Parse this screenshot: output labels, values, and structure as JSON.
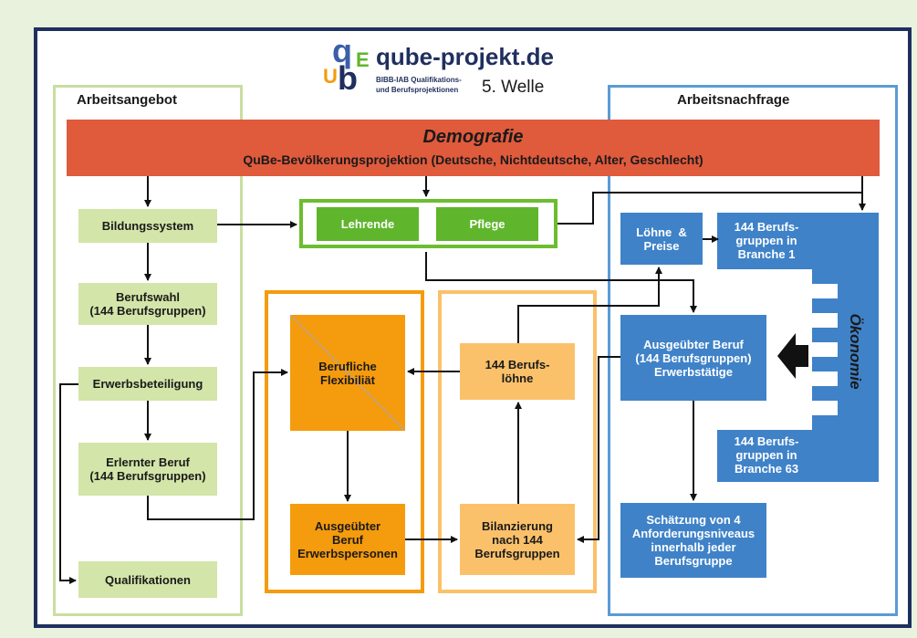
{
  "logo": {
    "site": "qube-projekt.de",
    "subtitle_line1": "BIBB-IAB Qualifikations-",
    "subtitle_line2": "und Berufsprojektionen",
    "wave": "5. Welle"
  },
  "sections": {
    "supply": "Arbeitsangebot",
    "demand": "Arbeitsnachfrage"
  },
  "demografie": {
    "title": "Demografie",
    "subtitle": "QuBe-Bevölkerungsprojektion (Deutsche, Nichtdeutsche, Alter, Geschlecht)"
  },
  "supply_boxes": {
    "bildung": "Bildungssystem",
    "berufswahl_1": "Berufswahl",
    "berufswahl_2": "(144 Berufsgruppen)",
    "erwerb": "Erwerbsbeteiligung",
    "erlernt_1": "Erlernter Beruf",
    "erlernt_2": "(144 Berufsgruppen)",
    "quali": "Qualifikationen"
  },
  "center": {
    "lehrende": "Lehrende",
    "pflege": "Pflege",
    "flex_1": "Berufliche",
    "flex_2": "Flexibiliät",
    "ausg_1": "Ausgeübter",
    "ausg_2": "Beruf",
    "ausg_3": "Erwerbspersonen",
    "loehne_1": "144 Berufs-",
    "loehne_2": "löhne",
    "bilanz_1": "Bilanzierung",
    "bilanz_2": "nach 144",
    "bilanz_3": "Berufsgruppen"
  },
  "demand_boxes": {
    "preise_1": "Löhne  &",
    "preise_2": "Preise",
    "branche1_1": "144 Berufs-",
    "branche1_2": "gruppen in",
    "branche1_3": "Branche 1",
    "branche63_1": "144 Berufs-",
    "branche63_2": "gruppen in",
    "branche63_3": "Branche 63",
    "oekonomie": "Ökonomie",
    "ausg_1": "Ausgeübter Beruf",
    "ausg_2": "(144 Berufsgruppen)",
    "ausg_3": "Erwerbstätige",
    "schaetz_1": "Schätzung von 4",
    "schaetz_2": "Anforderungsniveaus",
    "schaetz_3": "innerhalb jeder",
    "schaetz_4": "Berufsgruppe"
  },
  "colors": {
    "frame": "#1f2f5e",
    "demografie": "#e05a3c",
    "supply_border": "#c9dea0",
    "light_green": "#d3e5a8",
    "green": "#5fb52c",
    "orange": "#f59b0e",
    "light_orange": "#fbc16a",
    "blue": "#3f82c8",
    "blue_border": "#5a9bd6"
  }
}
